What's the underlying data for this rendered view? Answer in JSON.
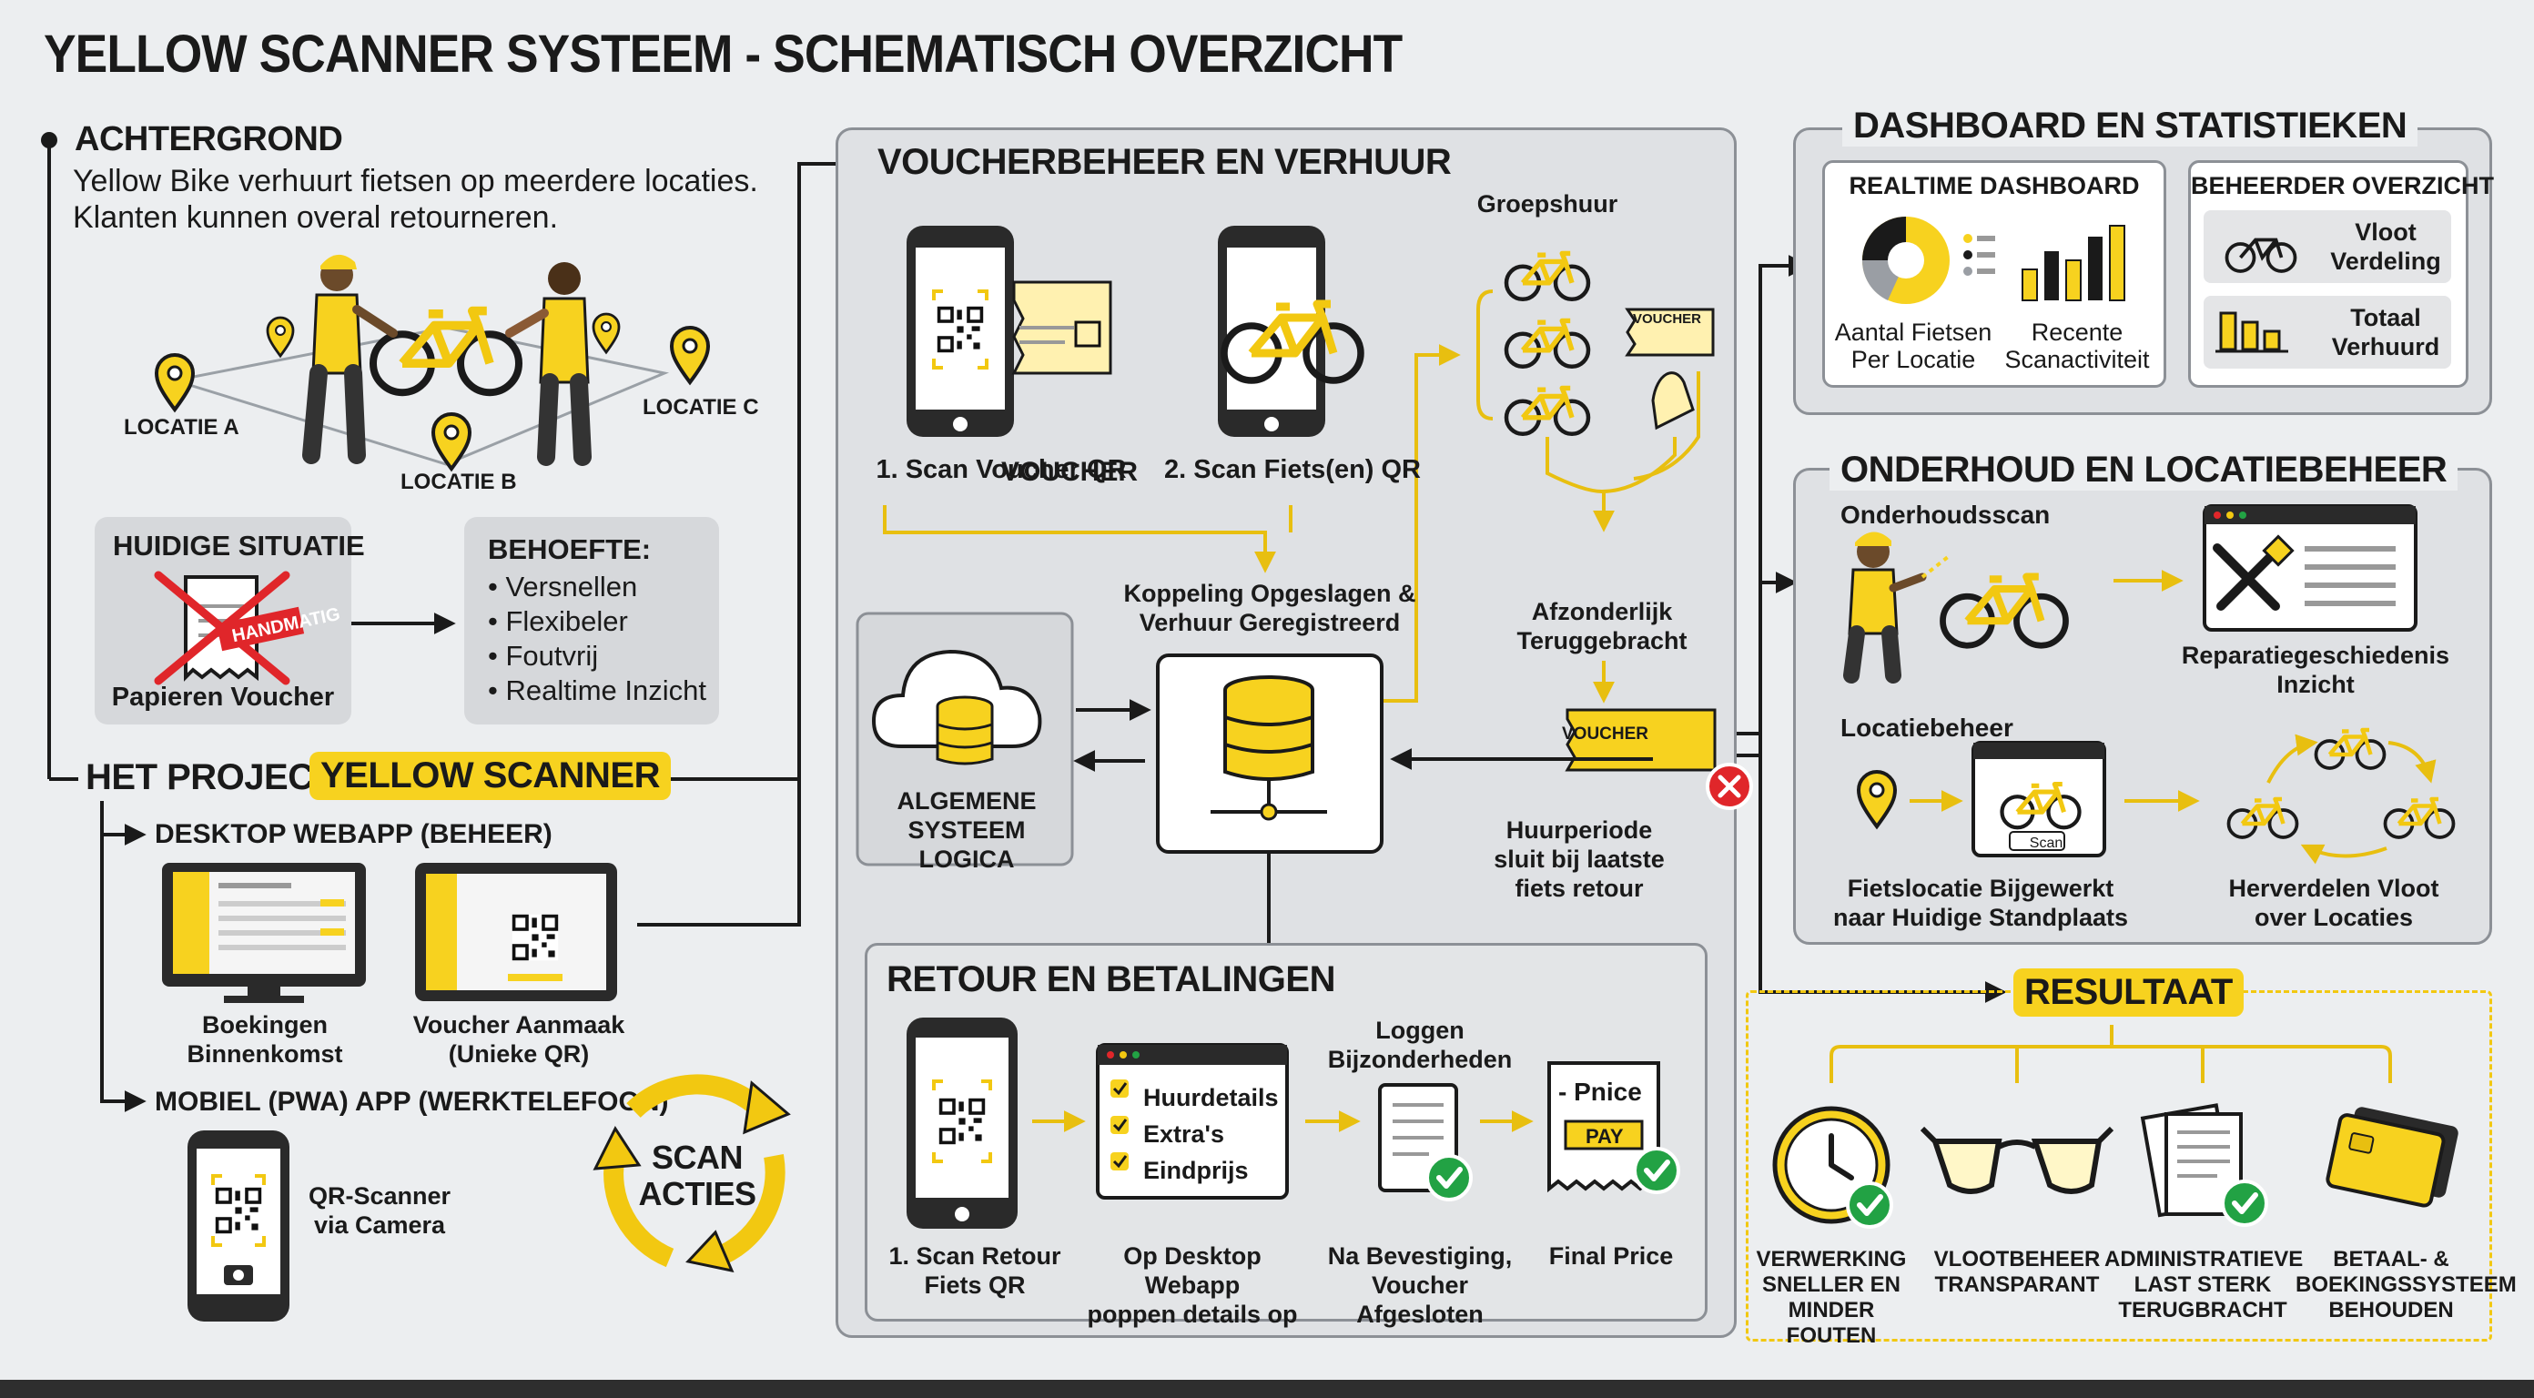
{
  "title": "YELLOW SCANNER SYSTEEM - SCHEMATISCH OVERZICHT",
  "colors": {
    "accent": "#f7d21f",
    "dark": "#1a1a1a",
    "panel": "#dfe1e4",
    "success": "#22a244",
    "error": "#e0262a"
  },
  "achtergrond": {
    "heading": "ACHTERGROND",
    "line1": "Yellow Bike verhuurt fietsen op meerdere locaties.",
    "line2": "Klanten kunnen overal retourneren.",
    "locations": [
      "LOCATIE A",
      "LOCATIE B",
      "LOCATIE C"
    ]
  },
  "huidige_situatie": {
    "heading": "HUIDIGE SITUATIE",
    "stamp": "HANDMATIG",
    "caption": "Papieren Voucher"
  },
  "behoefte": {
    "heading": "BEHOEFTE:",
    "items": [
      "• Versnellen",
      "• Flexibeler",
      "• Foutvrij",
      "• Realtime Inzicht"
    ]
  },
  "project": {
    "label": "HET PROJECT:",
    "name": "YELLOW SCANNER",
    "desktop": "DESKTOP WEBAPP (BEHEER)",
    "desktop_items": [
      "Boekingen Binnenkomst",
      "Voucher Aanmaak (Unieke QR)"
    ],
    "desktop_lines": [
      [
        "Boekingen",
        "Binnenkomst"
      ],
      [
        "Voucher Aanmaak",
        "(Unieke QR)"
      ]
    ],
    "mobile": "MOBIEL (PWA) APP (WERKTELEFOON)",
    "mobile_item": [
      "QR-Scanner",
      "via Camera"
    ],
    "scan_acties": [
      "SCAN",
      "ACTIES"
    ]
  },
  "voucherbeheer": {
    "heading": "VOUCHERBEHEER EN VERHUUR",
    "voucher_word": "VOUCHER",
    "step1": "1. Scan Voucher QR",
    "step2": "2. Scan Fiets(en) QR",
    "groepshuur": "Groepshuur",
    "koppeling": [
      "Koppeling Opgeslagen &",
      "Verhuur Geregistreerd"
    ],
    "afzonderlijk": [
      "Afzonderlijk",
      "Teruggebracht"
    ],
    "huurperiode": [
      "Huurperiode",
      "sluit bij laatste",
      "fiets retour"
    ],
    "systeem": [
      "ALGEMENE",
      "SYSTEEM LOGICA"
    ]
  },
  "retour": {
    "heading": "RETOUR EN BETALINGEN",
    "checklist": [
      "Huurdetails",
      "Extra's",
      "Eindprijs"
    ],
    "loggen": [
      "Loggen",
      "Bijzonderheden"
    ],
    "price_text": "- Pnice",
    "pay": "PAY",
    "captions": [
      [
        "1. Scan Retour",
        "Fiets QR"
      ],
      [
        "Op Desktop Webapp",
        "poppen details op"
      ],
      [
        "Na Bevestiging,",
        "Voucher Afgesloten"
      ],
      [
        "Final Price"
      ]
    ]
  },
  "dashboard": {
    "heading": "DASHBOARD EN STATISTIEKEN",
    "realtime": "REALTIME DASHBOARD",
    "realtime_captions": [
      [
        "Aantal Fietsen",
        "Per Locatie"
      ],
      [
        "Recente",
        "Scanactiviteit"
      ]
    ],
    "beheerder": "BEHEERDER OVERZICHT",
    "beheerder_items": [
      [
        "Vloot",
        "Verdeling"
      ],
      [
        "Totaal",
        "Verhuurd"
      ]
    ]
  },
  "onderhoud": {
    "heading": "ONDERHOUD EN LOCATIEBEHEER",
    "onderhoudsscan": "Onderhoudsscan",
    "reparatie": [
      "Reparatiegeschiedenis",
      "Inzicht"
    ],
    "locatiebeheer": "Locatiebeheer",
    "scan_label": "Scan",
    "fietslocatie": [
      "Fietslocatie Bijgewerkt",
      "naar Huidige Standplaats"
    ],
    "herverdelen": [
      "Herverdelen Vloot",
      "over Locaties"
    ]
  },
  "resultaat": {
    "heading": "RESULTAAT",
    "items": [
      [
        "VERWERKING",
        "SNELLER EN",
        "MINDER FOUTEN"
      ],
      [
        "VLOOTBEHEER",
        "TRANSPARANT"
      ],
      [
        "ADMINISTRATIEVE",
        "LAST STERK",
        "TERUGBRACHT"
      ],
      [
        "BETAAL- &",
        "BOEKINGSSYSTEEM",
        "BEHOUDEN"
      ]
    ]
  }
}
